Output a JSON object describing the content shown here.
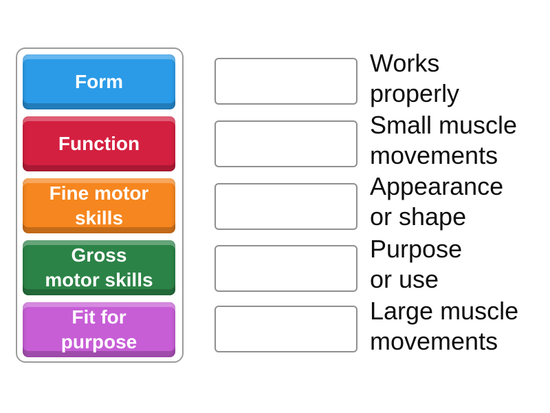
{
  "colors": {
    "page_bg": "#ffffff",
    "panel_border": "#9b9b9b",
    "slot_border": "#8f8f8f",
    "answer_text": "#0d0d0d",
    "tile_text": "#ffffff"
  },
  "keywords_panel": {
    "tiles": [
      {
        "label": "Form",
        "lines": [
          "Form"
        ],
        "color": "#2b9be8",
        "color_name": "blue"
      },
      {
        "label": "Function",
        "lines": [
          "Function"
        ],
        "color": "#d42040",
        "color_name": "red"
      },
      {
        "label": "Fine motor skills",
        "lines": [
          "Fine motor",
          "skills"
        ],
        "color": "#f6861f",
        "color_name": "orange"
      },
      {
        "label": "Gross motor skills",
        "lines": [
          "Gross",
          "motor skills"
        ],
        "color": "#2c8347",
        "color_name": "green"
      },
      {
        "label": "Fit for purpose",
        "lines": [
          "Fit for",
          "purpose"
        ],
        "color": "#c75ed6",
        "color_name": "purple"
      }
    ]
  },
  "match_rows": [
    {
      "answer": "Works properly",
      "lines": [
        "Works",
        "properly"
      ]
    },
    {
      "answer": "Small muscle movements",
      "lines": [
        "Small muscle",
        "movements"
      ]
    },
    {
      "answer": "Appearance or shape",
      "lines": [
        "Appearance",
        "or shape"
      ]
    },
    {
      "answer": "Purpose or use",
      "lines": [
        "Purpose",
        "or use"
      ]
    },
    {
      "answer": "Large muscle movements",
      "lines": [
        "Large muscle",
        "movements"
      ]
    }
  ]
}
